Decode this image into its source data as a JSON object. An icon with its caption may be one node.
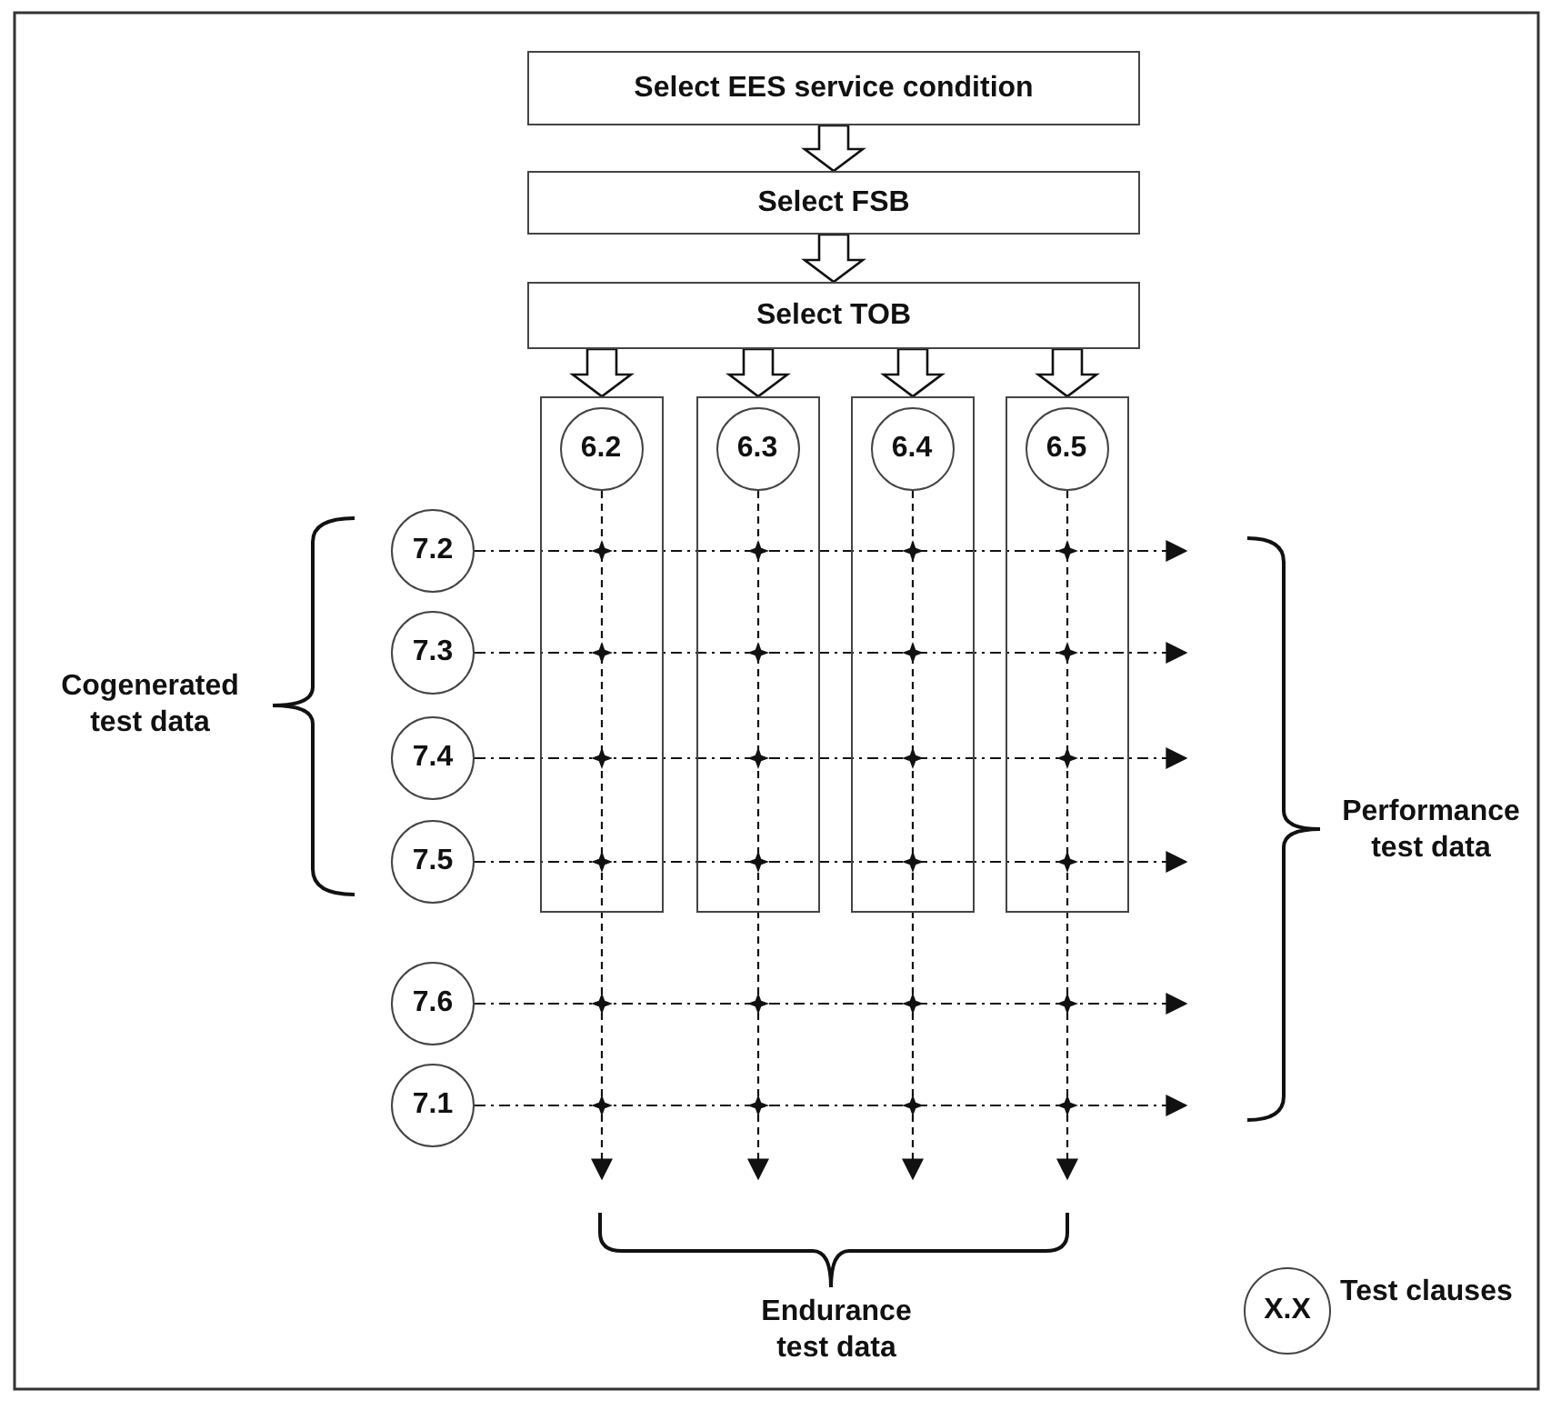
{
  "diagram": {
    "nodes": [
      {
        "text": [
          "Select EES service condition"
        ]
      },
      {
        "text": [
          "Select FSB"
        ]
      },
      {
        "text": [
          "Select TOB"
        ]
      },
      {
        "text": [],
        "shape": "box"
      },
      {
        "text": [
          "6.2"
        ],
        "in": 3
      },
      {
        "text": [],
        "shape": "box"
      },
      {
        "text": [
          "6.3"
        ],
        "in": 5
      },
      {
        "text": [],
        "shape": "box"
      },
      {
        "text": [
          "6.4"
        ],
        "in": 7
      },
      {
        "text": [],
        "shape": "box"
      },
      {
        "text": [
          "6.5"
        ],
        "in": 9
      },
      {
        "text": [
          "7.2"
        ]
      },
      {
        "text": [
          "7.3"
        ]
      },
      {
        "text": [
          "7.4"
        ]
      },
      {
        "text": [
          "7.5"
        ]
      },
      {
        "text": [
          "7.6"
        ]
      },
      {
        "text": [
          "7.1"
        ]
      }
    ],
    "edges": [
      {
        "from": 0,
        "to": 1,
        "arrow": "to"
      },
      {
        "from": 1,
        "to": 2,
        "arrow": "to"
      },
      {
        "from": 2,
        "to": 3,
        "arrow": "to"
      },
      {
        "from": 2,
        "to": 5,
        "arrow": "to"
      },
      {
        "from": 2,
        "to": 7,
        "arrow": "to"
      },
      {
        "from": 2,
        "to": 9,
        "arrow": "to"
      },
      {
        "from": 4,
        "to": null,
        "arrow": "to",
        "style": "dashed"
      },
      {
        "from": 6,
        "to": null,
        "arrow": "to",
        "style": "dashed"
      },
      {
        "from": 8,
        "to": null,
        "arrow": "to",
        "style": "dashed"
      },
      {
        "from": 10,
        "to": null,
        "arrow": "to",
        "style": "dashed"
      },
      {
        "from": 11,
        "to": null,
        "arrow": "to",
        "style": "dashed"
      },
      {
        "from": 12,
        "to": null,
        "arrow": "to",
        "style": "dashed"
      },
      {
        "from": 13,
        "to": null,
        "arrow": "to",
        "style": "dashed"
      },
      {
        "from": 14,
        "to": null,
        "arrow": "to",
        "style": "dashed"
      },
      {
        "from": 15,
        "to": null,
        "arrow": "to",
        "style": "dashed"
      },
      {
        "from": 16,
        "to": null,
        "arrow": "to",
        "style": "dashed"
      }
    ],
    "labels": [
      "Cogenerated test data",
      "Performance test data",
      "Endurance test data",
      "X.X"
    ],
    "legend": [
      {
        "text": "Test clauses"
      }
    ]
  }
}
